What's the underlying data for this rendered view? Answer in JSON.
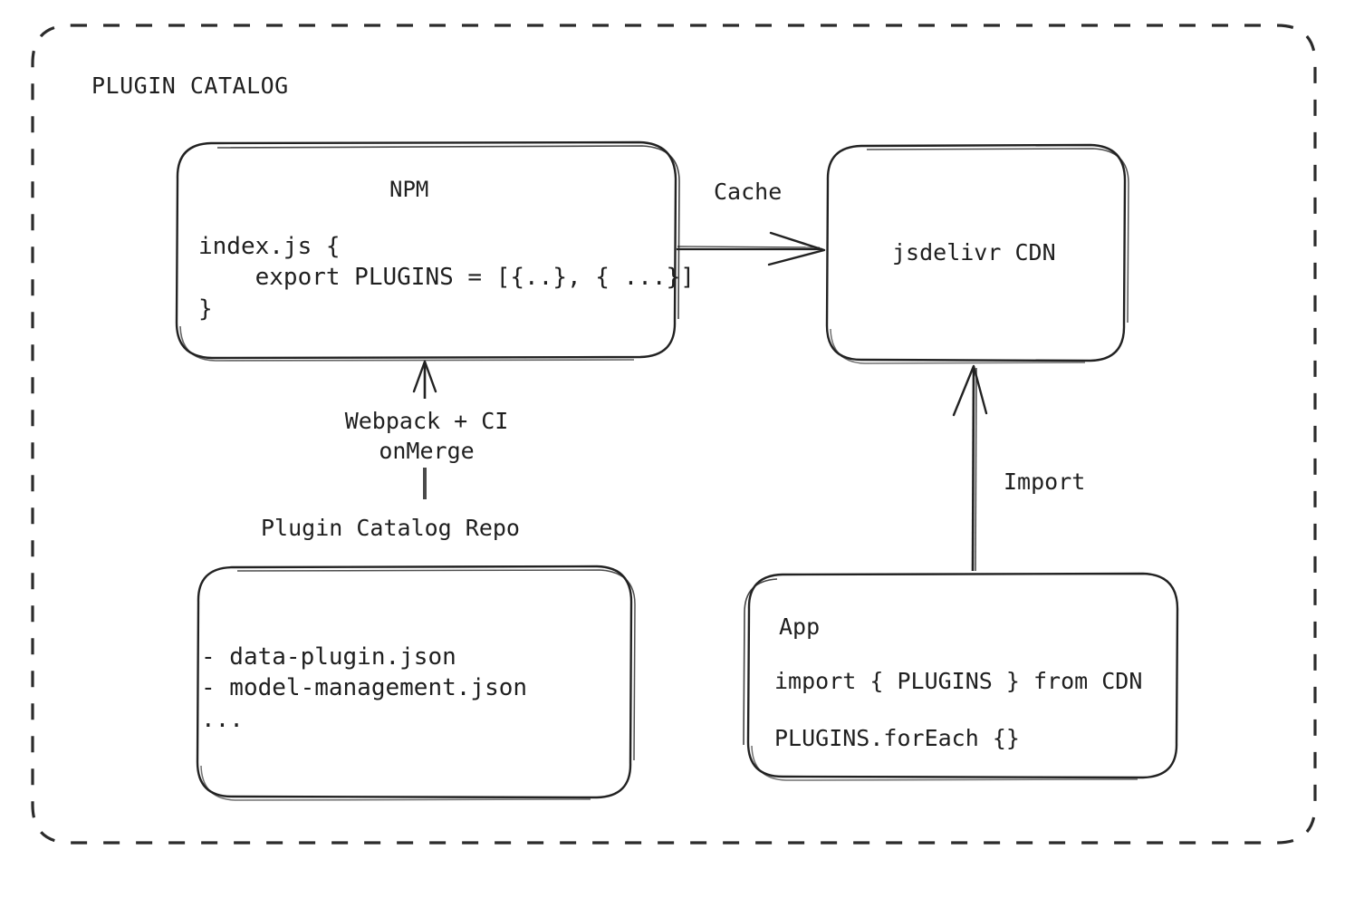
{
  "diagram": {
    "group": {
      "title": "PLUGIN CATALOG",
      "border_style": "dashed",
      "border_color": "#2b2b2b"
    },
    "background_color": "#ffffff",
    "stroke_color": "#222222",
    "text_color": "#1f1f1f",
    "nodes": {
      "npm": {
        "title": "NPM",
        "code": "index.js {\n    export PLUGINS = [{..}, { ...}]\n}"
      },
      "cdn": {
        "title": "jsdelivr CDN"
      },
      "repo": {
        "caption": "Plugin Catalog Repo",
        "files": "- data-plugin.json\n- model-management.json\n..."
      },
      "app": {
        "title": "App",
        "line_1": "import { PLUGINS } from CDN",
        "line_2": "PLUGINS.forEach {}"
      }
    },
    "edges": {
      "npm_to_cdn": {
        "label": "Cache",
        "from": "npm",
        "to": "cdn"
      },
      "repo_to_npm": {
        "label": "Webpack + CI\nonMerge",
        "from": "repo",
        "to": "npm"
      },
      "app_to_cdn": {
        "label": "Import",
        "from": "app",
        "to": "cdn"
      }
    }
  }
}
